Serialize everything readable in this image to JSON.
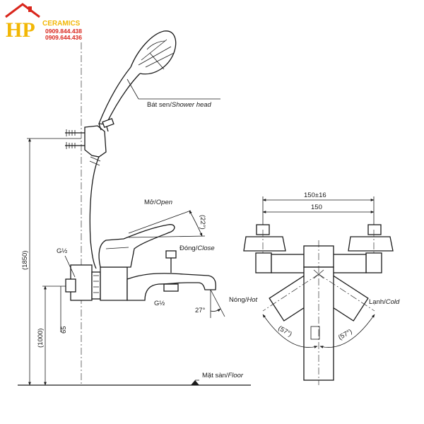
{
  "logo": {
    "mark": "HP",
    "brand": "CERAMICS",
    "phone_1": "0909.844.438",
    "phone_2": "0909.644.436",
    "house_icon": "house-icon"
  },
  "labels": {
    "shower_head_vi": "Bát sen/",
    "shower_head_en": "Shower head",
    "open_vi": "Mở/",
    "open_en": "Open",
    "close_vi": "Đóng/",
    "close_en": "Close",
    "floor_vi": "Mặt sàn/",
    "floor_en": "Floor",
    "hot_vi": "Nóng/",
    "hot_en": "Hot",
    "cold_vi": "Lạnh/",
    "cold_en": "Cold"
  },
  "dimensions": {
    "total_height": "(1850)",
    "floor_to_inlet": "(1000)",
    "wall_projection": "65",
    "inlet_thread": "G½",
    "outlet_thread": "G½",
    "lever_angle": "(22°)",
    "spout_angle": "27°",
    "center_distance_tol": "150±16",
    "center_distance": "150",
    "hot_angle": "(57°)",
    "cold_angle": "(57°)"
  },
  "colors": {
    "line": "#1a1a1a",
    "logo_yellow": "#f2b705",
    "logo_red": "#d9261c"
  }
}
